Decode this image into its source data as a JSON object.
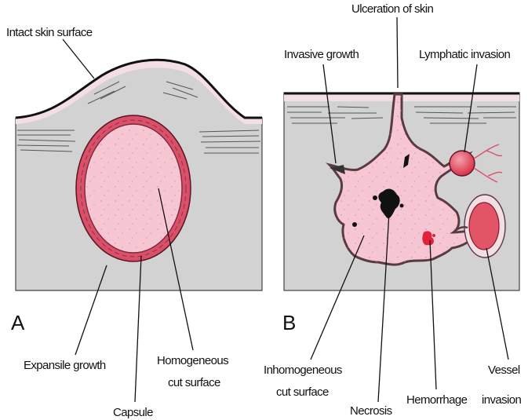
{
  "panel_a": {
    "letter": "A",
    "labels": {
      "intact_skin": "Intact skin surface",
      "expansile": "Expansile growth",
      "homogeneous_1": "Homogeneous",
      "homogeneous_2": "cut surface",
      "capsule": "Capsule"
    }
  },
  "panel_b": {
    "letter": "B",
    "labels": {
      "ulceration": "Ulceration of skin",
      "invasive": "Invasive growth",
      "lymphatic": "Lymphatic invasion",
      "inhomogeneous_1": "Inhomogeneous",
      "inhomogeneous_2": "cut surface",
      "necrosis": "Necrosis",
      "hemorrhage": "Hemorrhage",
      "vessel_1": "Vessel",
      "vessel_2": "invasion"
    }
  },
  "colors": {
    "tissue": "#d2d2d2",
    "tumor": "#f7c6d3",
    "capsule": "#d9506a",
    "skin": "#f3dfe3",
    "lymph_node": "#e23a50",
    "outline": "#111111"
  }
}
